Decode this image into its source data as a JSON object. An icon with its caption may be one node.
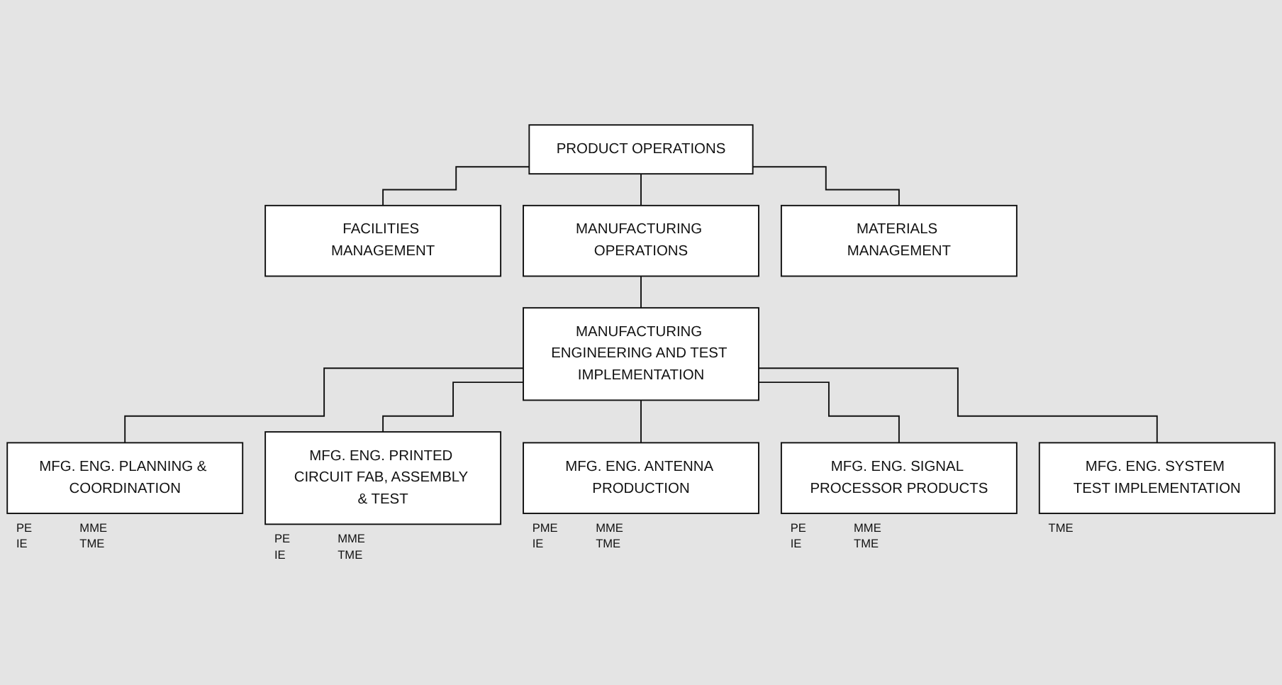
{
  "diagram": {
    "nodes": [
      {
        "text": [
          "PRODUCT OPERATIONS"
        ]
      },
      {
        "text": [
          "FACILITIES MANAGEMENT"
        ]
      },
      {
        "text": [
          "MANUFACTURING OPERATIONS"
        ]
      },
      {
        "text": [
          "MATERIALS MANAGEMENT"
        ]
      },
      {
        "text": [
          "MANUFACTURING ENGINEERING AND TEST IMPLEMENTATION"
        ]
      },
      {
        "text": [
          "MFG. ENG. PLANNING & COORDINATION"
        ],
        "beside": [
          "PE",
          "MME",
          "IE",
          "TME"
        ]
      },
      {
        "text": [
          "MFG. ENG. PRINTED CIRCUIT FAB, ASSEMBLY & TEST"
        ],
        "beside": [
          "PE",
          "MME",
          "IE",
          "TME"
        ]
      },
      {
        "text": [
          "MFG. ENG. ANTENNA PRODUCTION"
        ],
        "beside": [
          "PME",
          "MME",
          "IE",
          "TME"
        ]
      },
      {
        "text": [
          "MFG. ENG. SIGNAL PROCESSOR PRODUCTS"
        ],
        "beside": [
          "PE",
          "MME",
          "IE",
          "TME"
        ]
      },
      {
        "text": [
          "MFG. ENG. SYSTEM TEST IMPLEMENTATION"
        ],
        "beside": [
          "TME"
        ]
      }
    ],
    "edges": [
      {
        "from": 0,
        "to": 1,
        "arrow": "none"
      },
      {
        "from": 0,
        "to": 2,
        "arrow": "none"
      },
      {
        "from": 0,
        "to": 3,
        "arrow": "none"
      },
      {
        "from": 2,
        "to": 4,
        "arrow": "none"
      },
      {
        "from": 4,
        "to": 5,
        "arrow": "none"
      },
      {
        "from": 4,
        "to": 6,
        "arrow": "none"
      },
      {
        "from": 4,
        "to": 7,
        "arrow": "none"
      },
      {
        "from": 4,
        "to": 8,
        "arrow": "none"
      },
      {
        "from": 4,
        "to": 9,
        "arrow": "none"
      }
    ]
  }
}
